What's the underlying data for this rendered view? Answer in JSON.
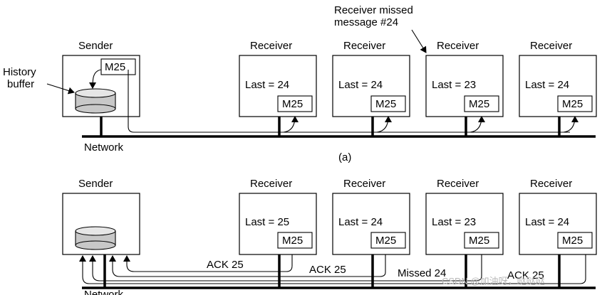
{
  "panel_a": {
    "sender_label": "Sender",
    "history_label_1": "History",
    "history_label_2": "buffer",
    "message_tag": "M25",
    "callout_line_1": "Receiver missed",
    "callout_line_2": "message #24",
    "network_label": "Network",
    "caption": "(a)",
    "receivers": [
      {
        "title": "Receiver",
        "last": "Last = 24",
        "tag": "M25"
      },
      {
        "title": "Receiver",
        "last": "Last = 24",
        "tag": "M25"
      },
      {
        "title": "Receiver",
        "last": "Last = 23",
        "tag": "M25"
      },
      {
        "title": "Receiver",
        "last": "Last = 24",
        "tag": "M25"
      }
    ]
  },
  "panel_b": {
    "sender_label": "Sender",
    "network_label": "Network",
    "receivers": [
      {
        "title": "Receiver",
        "last": "Last = 25",
        "tag": "M25"
      },
      {
        "title": "Receiver",
        "last": "Last = 24",
        "tag": "M25"
      },
      {
        "title": "Receiver",
        "last": "Last = 23",
        "tag": "M25"
      },
      {
        "title": "Receiver",
        "last": "Last = 24",
        "tag": "M25"
      }
    ],
    "feedback": [
      "ACK 25",
      "ACK 25",
      "Missed 24",
      "ACK 25"
    ]
  },
  "watermark": "CSDN @加油呀，哒哒哒"
}
